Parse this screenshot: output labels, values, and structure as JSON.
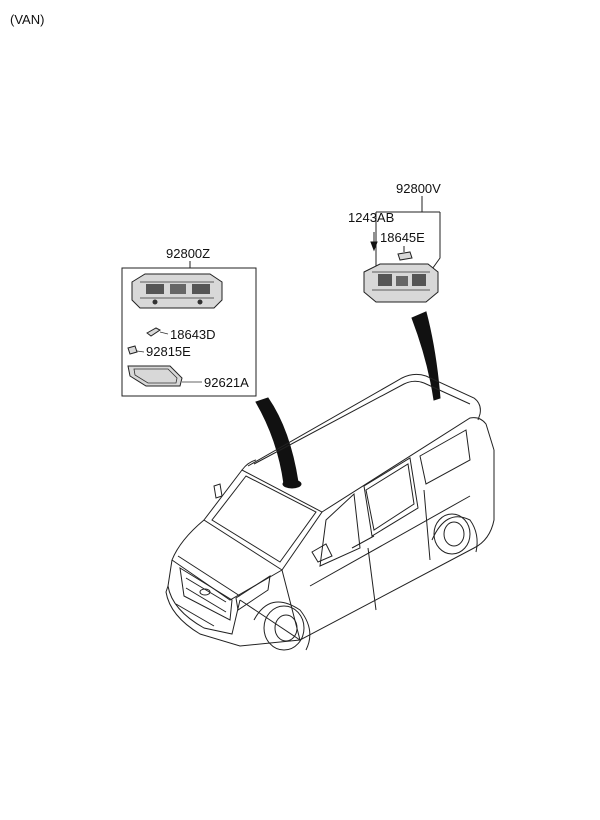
{
  "variant": "(VAN)",
  "assemblies": {
    "left": {
      "part_no": "92800Z"
    },
    "right": {
      "part_no": "92800V"
    }
  },
  "parts": {
    "p18643D": "18643D",
    "p92815E": "92815E",
    "p92621A": "92621A",
    "p1243AB": "1243AB",
    "p18645E": "18645E"
  }
}
